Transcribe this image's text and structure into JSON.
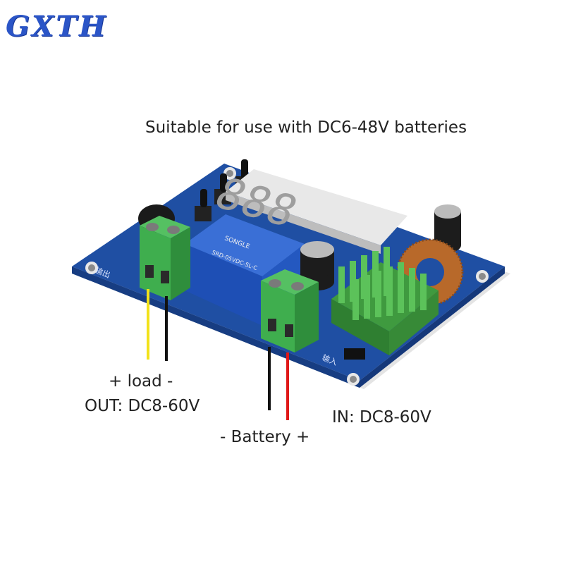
{
  "logo": {
    "text": "GXTH",
    "color": "#2b55c7"
  },
  "captions": {
    "top": "Suitable for use with DC6-48V batteries",
    "load": "+ load -",
    "out": "OUT: DC8-60V",
    "battery": "- Battery +",
    "in": "IN: DC8-60V"
  },
  "board": {
    "display_digits": "888",
    "relay_label": "SONGLE",
    "relay_model": "SRD-05VDC-SL-C",
    "silkscreen_out": "输出",
    "silkscreen_in": "输入"
  },
  "colors": {
    "pcb": "#1f4fa3",
    "terminal": "#3fae4e",
    "relay": "#2458c0",
    "display": "#e8e8e8",
    "heatsink": "#4ea84a",
    "wire_yellow": "#f2e21a",
    "wire_black": "#111111",
    "wire_red": "#e01818"
  }
}
